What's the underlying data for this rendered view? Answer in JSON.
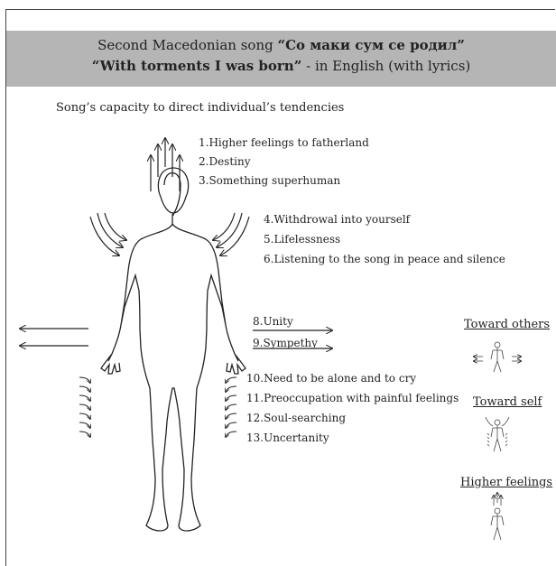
{
  "header": {
    "line1_prefix": "Second Macedonian song ",
    "line1_bold": "“Со маки сум се родил”",
    "line2_bold": "“With torments I was born”",
    "line2_suffix": " - in English (with lyrics)"
  },
  "subtitle": "Song’s capacity to direct individual’s tendencies",
  "upward_labels": [
    "1.Higher feelings to fatherland",
    "2.Destiny",
    "3.Something superhuman"
  ],
  "inward_labels": [
    "4.Withdrowal into yourself",
    "5.Lifelessness",
    "6.Listening to the song in peace and silence"
  ],
  "outward_labels": [
    "8.Unity",
    "9.Sympethy"
  ],
  "lower_labels": [
    "10.Need to be alone and to cry",
    "11.Preoccupation with painful feelings",
    "12.Soul-searching",
    "13.Uncertanity"
  ],
  "legend": {
    "toward_others": "Toward others",
    "toward_self": "Toward self",
    "higher_feelings": "Higher feelings"
  }
}
